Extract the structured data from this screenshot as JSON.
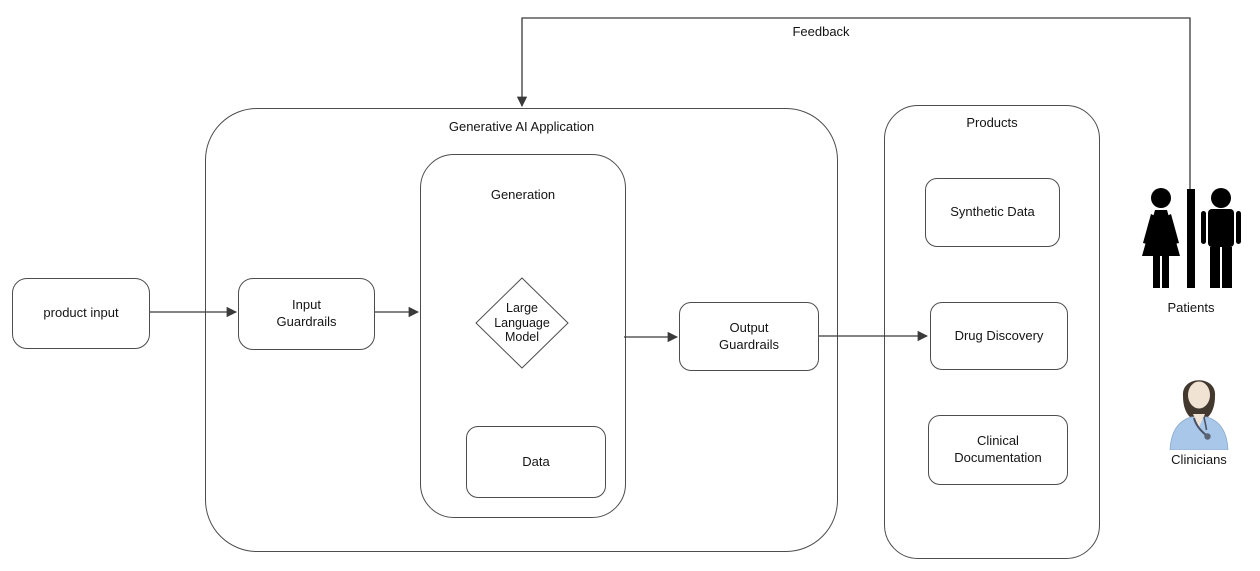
{
  "diagram": {
    "containers": {
      "generative_ai_application": {
        "label": "Generative AI Application"
      },
      "generation": {
        "label": "Generation"
      },
      "products": {
        "label": "Products"
      }
    },
    "nodes": {
      "product_input": {
        "label": "product input",
        "shape": "rounded-rect"
      },
      "input_guardrails": {
        "label": "Input\nGuardrails",
        "shape": "rounded-rect"
      },
      "large_language_model": {
        "label": "Large\nLanguage\nModel",
        "shape": "diamond"
      },
      "data": {
        "label": "Data",
        "shape": "rounded-rect"
      },
      "output_guardrails": {
        "label": "Output\nGuardrails",
        "shape": "rounded-rect"
      },
      "synthetic_data": {
        "label": "Synthetic Data",
        "shape": "rounded-rect"
      },
      "drug_discovery": {
        "label": "Drug Discovery",
        "shape": "rounded-rect"
      },
      "clinical_documentation": {
        "label": "Clinical\nDocumentation",
        "shape": "rounded-rect"
      }
    },
    "actors": {
      "patients": {
        "label": "Patients",
        "icon": "male-female-restroom-icon"
      },
      "clinicians": {
        "label": "Clinicians",
        "icon": "female-clinician-icon"
      }
    },
    "edges": [
      {
        "from": "product_input",
        "to": "input_guardrails"
      },
      {
        "from": "input_guardrails",
        "to": "generation"
      },
      {
        "from": "generation",
        "to": "output_guardrails"
      },
      {
        "from": "output_guardrails",
        "to": "drug_discovery"
      },
      {
        "from": "patients",
        "to": "generative_ai_application",
        "label": "Feedback"
      }
    ],
    "colors": {
      "line": "#3a3a3a",
      "box_border": "#4d4d4d",
      "box_fill": "#ffffff",
      "text": "#141414",
      "figure_black": "#000000",
      "clinician_scrubs": "#a9c7e8",
      "clinician_hair": "#42382e",
      "clinician_skin": "#f0e3d4"
    }
  }
}
